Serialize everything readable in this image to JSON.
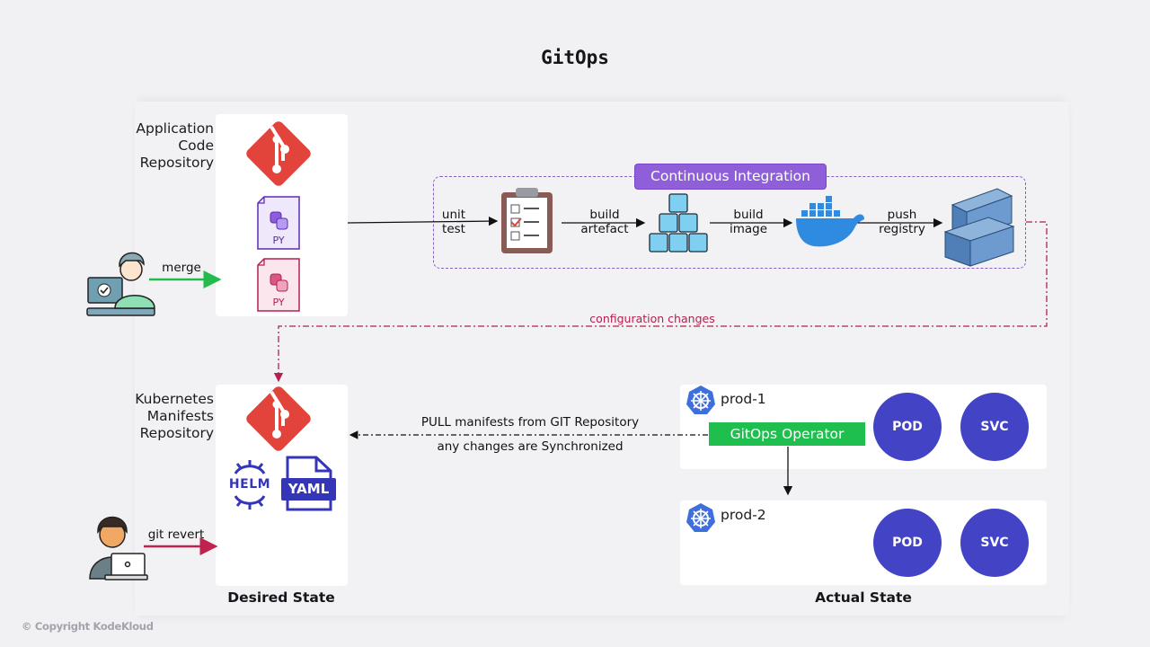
{
  "title": "GitOps",
  "app_repo": {
    "label_lines": [
      "Application",
      "Code",
      "Repository"
    ],
    "file_icons": [
      {
        "label": "PY",
        "color": "#5b2bb5"
      },
      {
        "label": "PY",
        "color": "#b3214f"
      }
    ]
  },
  "merge_label": "merge",
  "ci": {
    "title": "Continuous Integration",
    "steps": [
      {
        "label_lines": [
          "unit",
          "test"
        ],
        "icon": "clipboard-checklist-icon"
      },
      {
        "label_lines": [
          "build",
          "artefact"
        ],
        "icon": "cubes-artifact-icon"
      },
      {
        "label_lines": [
          "build",
          "image"
        ],
        "icon": "docker-whale-icon"
      },
      {
        "label_lines": [
          "push",
          "registry"
        ],
        "icon": "container-registry-icon"
      }
    ]
  },
  "config_changes_label": "configuration changes",
  "k8s_repo": {
    "label_lines": [
      "Kubernetes",
      "Manifests",
      "Repository"
    ],
    "tools": [
      {
        "label": "HELM",
        "icon": "helm-icon"
      },
      {
        "label": "YAML",
        "icon": "yaml-file-icon"
      }
    ]
  },
  "git_revert_label": "git revert",
  "desired_state_label": "Desired State",
  "pull_label": "PULL manifests from GIT Repository",
  "sync_label": "any changes are Synchronized",
  "clusters": [
    {
      "name": "prod-1",
      "resources": [
        "POD",
        "SVC"
      ],
      "operator": "GitOps Operator"
    },
    {
      "name": "prod-2",
      "resources": [
        "POD",
        "SVC"
      ]
    }
  ],
  "actual_state_label": "Actual State",
  "copyright": "© Copyright KodeKloud",
  "colors": {
    "git_red": "#e2433b",
    "ci_purple": "#8e5fd9",
    "operator_green": "#1fbf4f",
    "resource_blue": "#4343c5",
    "config_arrow": "#b3214f",
    "merge_arrow": "#22bb4c",
    "revert_arrow": "#c0224f",
    "docker_blue": "#2f8be0",
    "k8s_blue": "#3f6fdc"
  }
}
